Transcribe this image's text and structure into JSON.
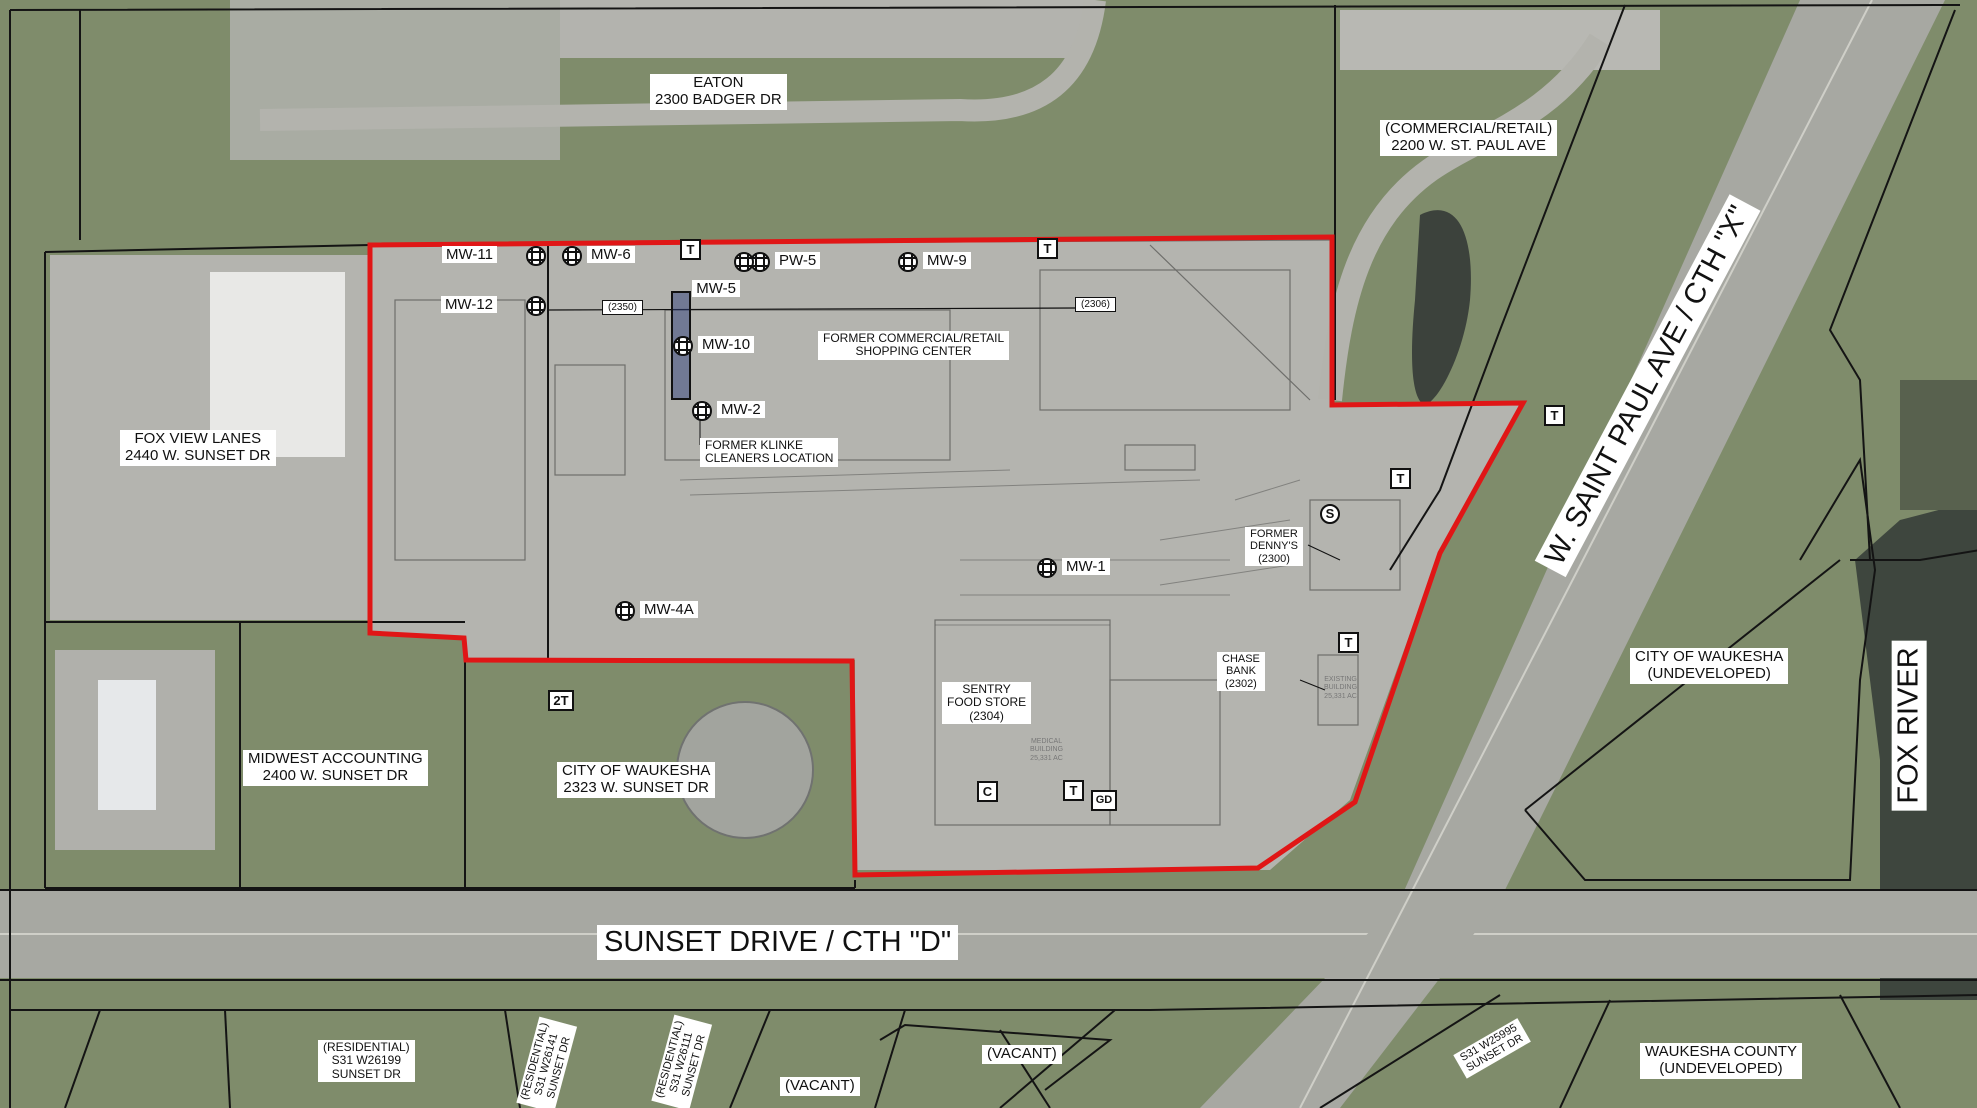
{
  "colors": {
    "site_boundary": "#e01616",
    "linework": "#141414",
    "label_background": "#ffffff",
    "grass": "#7f8c6b",
    "pavement": "#b3b3ae",
    "water": "#3c423c"
  },
  "well_icon": "monitoring-well-icon",
  "properties": [
    {
      "id": "eaton",
      "lines": [
        "EATON",
        "2300 BADGER DR"
      ]
    },
    {
      "id": "commercial-retail",
      "lines": [
        "(COMMERCIAL/RETAIL)",
        "2200 W. ST. PAUL AVE"
      ]
    },
    {
      "id": "fox-view-lanes",
      "lines": [
        "FOX VIEW LANES",
        "2440 W. SUNSET DR"
      ]
    },
    {
      "id": "former-commercial-retail",
      "lines": [
        "FORMER COMMERCIAL/RETAIL",
        "SHOPPING CENTER"
      ]
    },
    {
      "id": "former-klinke",
      "lines": [
        "FORMER KLINKE",
        "CLEANERS LOCATION"
      ]
    },
    {
      "id": "former-dennys",
      "lines": [
        "FORMER",
        "DENNY'S",
        "(2300)"
      ]
    },
    {
      "id": "chase-bank",
      "lines": [
        "CHASE",
        "BANK",
        "(2302)"
      ]
    },
    {
      "id": "sentry",
      "lines": [
        "SENTRY",
        "FOOD STORE",
        "(2304)"
      ]
    },
    {
      "id": "midwest-accounting",
      "lines": [
        "MIDWEST ACCOUNTING",
        "2400 W. SUNSET DR"
      ]
    },
    {
      "id": "city-waukesha-2323",
      "lines": [
        "CITY OF WAUKESHA",
        "2323 W. SUNSET DR"
      ]
    },
    {
      "id": "city-waukesha-undeveloped",
      "lines": [
        "CITY OF WAUKESHA",
        "(UNDEVELOPED)"
      ]
    },
    {
      "id": "waukesha-county",
      "lines": [
        "WAUKESHA COUNTY",
        "(UNDEVELOPED)"
      ]
    },
    {
      "id": "residential-26199",
      "lines": [
        "(RESIDENTIAL)",
        "S31 W26199",
        "SUNSET DR"
      ]
    },
    {
      "id": "vacant-1",
      "lines": [
        "(VACANT)"
      ]
    },
    {
      "id": "vacant-2",
      "lines": [
        "(VACANT)"
      ]
    }
  ],
  "rotated_labels": [
    {
      "id": "residential-26141",
      "lines": [
        "(RESIDENTIAL)",
        "S31 W26141",
        "SUNSET DR"
      ]
    },
    {
      "id": "residential-26111",
      "lines": [
        "(RESIDENTIAL)",
        "S31 W26111",
        "SUNSET DR"
      ]
    },
    {
      "id": "s31-w25995",
      "lines": [
        "S31 W25995",
        "SUNSET DR"
      ]
    }
  ],
  "address_tags": {
    "left": "(2350)",
    "right": "(2306)"
  },
  "roads": {
    "sunset": "SUNSET DRIVE / CTH \"D\"",
    "st_paul": "W. SAINT PAUL AVE / CTH \"X\"",
    "fox_river": "FOX RIVER"
  },
  "wells": [
    {
      "id": "mw-11",
      "label": "MW-11"
    },
    {
      "id": "mw-6",
      "label": "MW-6"
    },
    {
      "id": "pw-5",
      "label": "PW-5"
    },
    {
      "id": "mw-9",
      "label": "MW-9"
    },
    {
      "id": "mw-5",
      "label": "MW-5"
    },
    {
      "id": "mw-12",
      "label": "MW-12"
    },
    {
      "id": "mw-10",
      "label": "MW-10"
    },
    {
      "id": "mw-2",
      "label": "MW-2"
    },
    {
      "id": "mw-1",
      "label": "MW-1"
    },
    {
      "id": "mw-4a",
      "label": "MW-4A"
    }
  ],
  "symbols": [
    {
      "id": "t-1",
      "text": "T"
    },
    {
      "id": "t-2",
      "text": "T"
    },
    {
      "id": "t-3",
      "text": "T"
    },
    {
      "id": "t-4",
      "text": "T"
    },
    {
      "id": "t-5",
      "text": "T"
    },
    {
      "id": "t-6",
      "text": "T"
    },
    {
      "id": "s-1",
      "text": "S"
    },
    {
      "id": "2t-1",
      "text": "2T"
    },
    {
      "id": "c-1",
      "text": "C"
    },
    {
      "id": "gd-1",
      "text": "GD"
    }
  ],
  "faint_labels": {
    "medical": [
      "MEDICAL",
      "BUILDING",
      "25,331 AC"
    ],
    "existing": [
      "EXISTING",
      "BUILDING",
      "25,331 AC"
    ]
  }
}
